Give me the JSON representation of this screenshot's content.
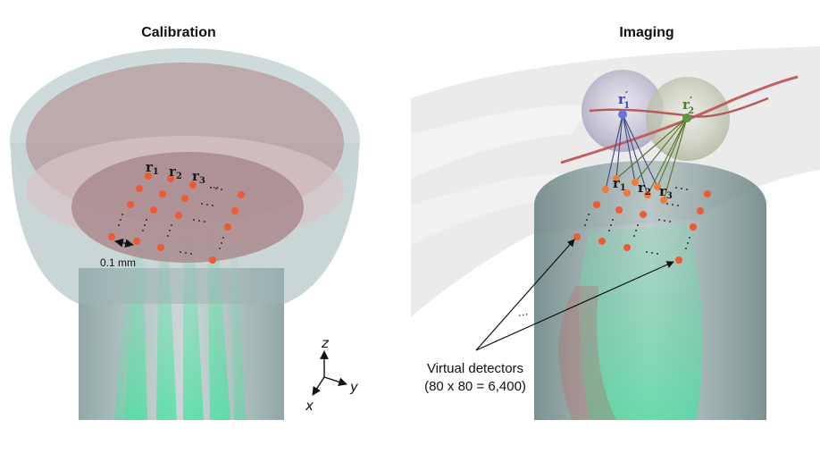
{
  "titles": {
    "calibration": "Calibration",
    "imaging": "Imaging"
  },
  "calibration": {
    "labels": {
      "r1": "r",
      "r1_sub": "1",
      "r2": "r",
      "r2_sub": "2",
      "r3": "r",
      "r3_sub": "3"
    },
    "spacing_label": "0.1 mm",
    "ellipsis": "···"
  },
  "imaging": {
    "labels": {
      "r1": "r",
      "r1_sub": "1",
      "r2": "r",
      "r2_sub": "2",
      "r3": "r",
      "r3_sub": "3",
      "r1p": "r",
      "r1p_sub": "1",
      "r2p": "r",
      "r2p_sub": "2",
      "prime": "′"
    },
    "virtual_detectors_line1": "Virtual detectors",
    "virtual_detectors_line2": "(80 x 80 = 6,400)",
    "ellipsis": "···"
  },
  "axes": {
    "z": "z",
    "y": "y",
    "x": "x"
  },
  "colors": {
    "dot": "#ee5a32",
    "green": "#3ddc97",
    "blue_point": "#6a73d6",
    "green_point": "#5a9a3e",
    "vessel": "#c06060",
    "cylinder": "#8fa7a7"
  }
}
